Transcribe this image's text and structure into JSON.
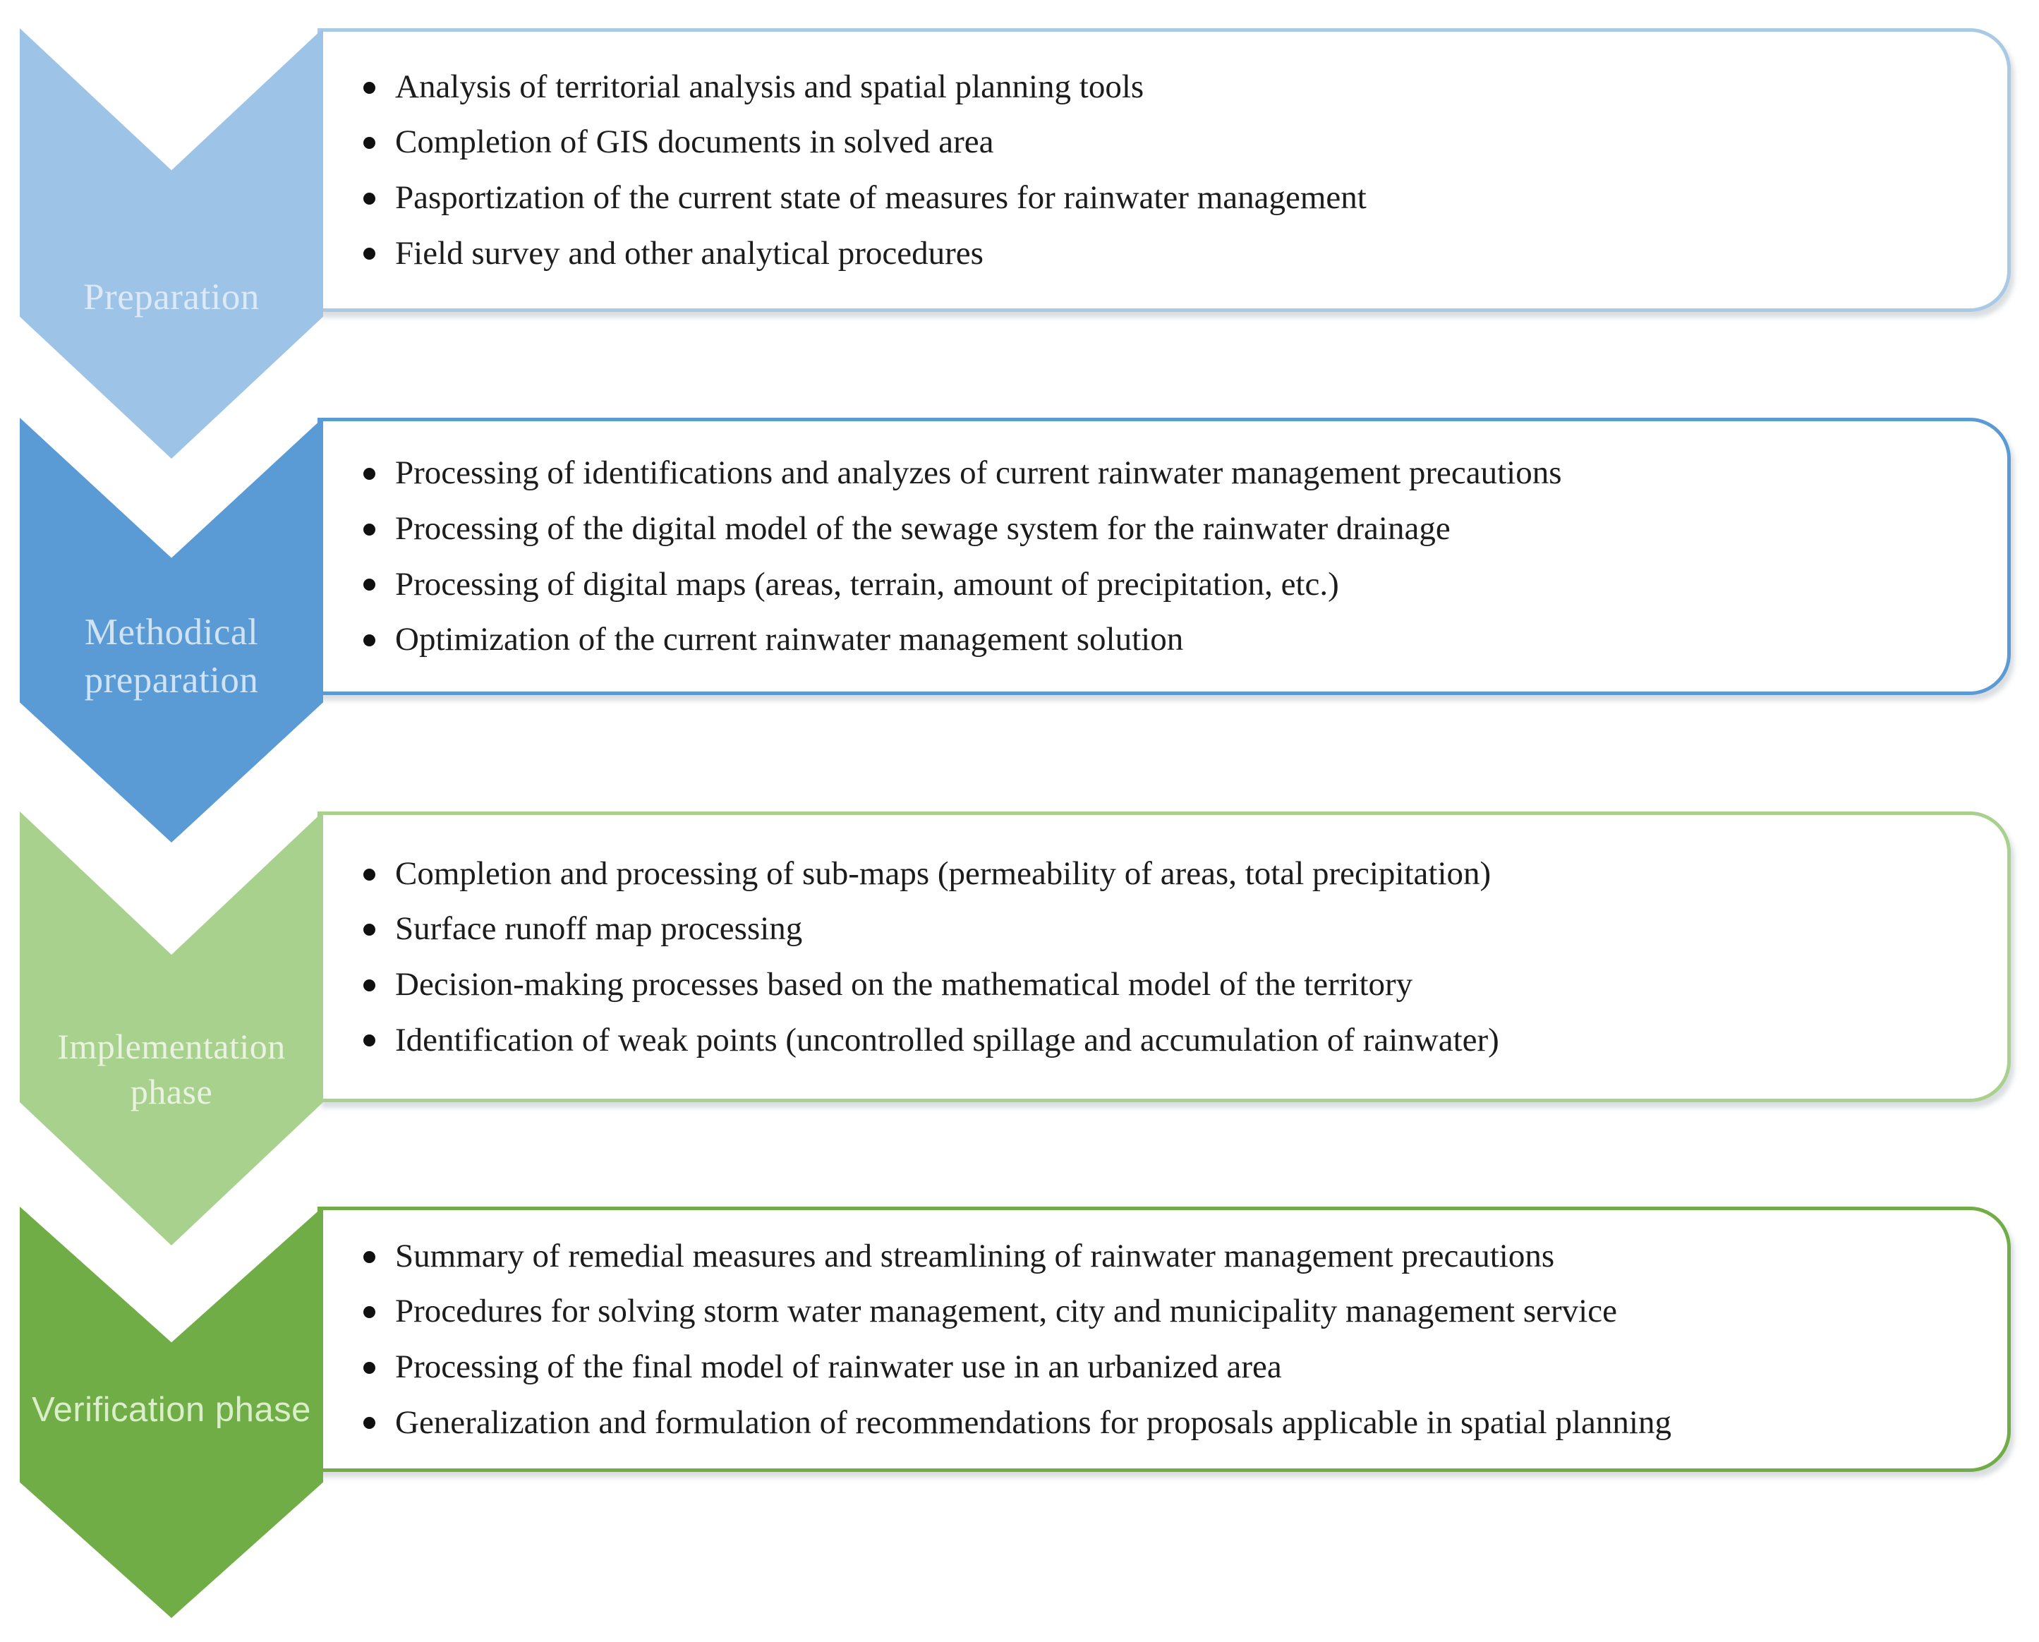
{
  "stages": [
    {
      "label": "Preparation",
      "chevron_color": "#9dc3e6",
      "label_color": "#dce9f6",
      "box_border_color": "#a9c9e4",
      "bullets": [
        "Analysis of territorial analysis and spatial planning tools",
        "Completion of GIS documents in solved area",
        "Pasportization of the current state of measures for rainwater management",
        "Field survey and other analytical procedures"
      ]
    },
    {
      "label": "Methodical preparation",
      "chevron_color": "#5b9bd5",
      "label_color": "#cfe3f5",
      "box_border_color": "#5b9bd5",
      "bullets": [
        "Processing of identifications and analyzes of current rainwater management precautions",
        "Processing of the digital model of the sewage system for the rainwater drainage",
        "Processing of digital maps (areas, terrain, amount of precipitation, etc.)",
        "Optimization of the current rainwater management solution"
      ]
    },
    {
      "label": "Implementation phase",
      "chevron_color": "#a9d18e",
      "label_color": "#eaf3e1",
      "box_border_color": "#a9d18e",
      "bullets": [
        "Completion and processing of sub-maps (permeability of areas, total precipitation)",
        "Surface runoff map processing",
        "Decision-making processes based on the mathematical model of the territory",
        "Identification of weak points (uncontrolled spillage and accumulation of rainwater)"
      ]
    },
    {
      "label": "Verification phase",
      "chevron_color": "#70ad47",
      "label_color": "#daeec9",
      "box_border_color": "#70ad47",
      "bullets": [
        "Summary of remedial measures and streamlining of rainwater management precautions",
        "Procedures for solving storm water management, city and municipality management service",
        "Processing of the final model of rainwater use in an urbanized area",
        "Generalization and formulation of recommendations for proposals applicable in spatial planning"
      ]
    }
  ]
}
